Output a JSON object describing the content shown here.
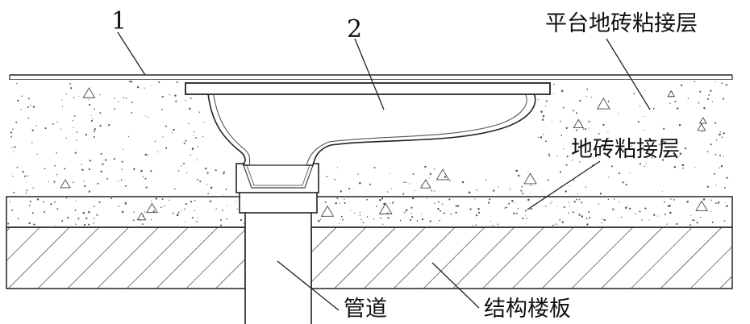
{
  "labels": {
    "marker_1": "1",
    "marker_2": "2",
    "platform_adhesive_layer": "平台地砖粘接层",
    "tile_adhesive_layer": "地砖粘接层",
    "pipe": "管道",
    "structural_slab": "结构楼板"
  }
}
